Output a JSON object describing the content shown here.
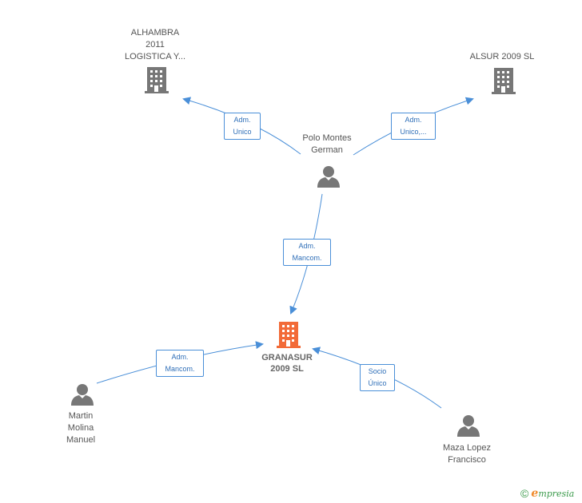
{
  "colors": {
    "edge": "#4a8fd8",
    "person": "#777777",
    "company": "#777777",
    "focus_company": "#f26b38"
  },
  "nodes": {
    "alhambra": {
      "type": "company",
      "icon": "building-icon",
      "label_lines": [
        "ALHAMBRA",
        "2011",
        "LOGISTICA Y..."
      ]
    },
    "alsur": {
      "type": "company",
      "icon": "building-icon",
      "label_lines": [
        "ALSUR 2009 SL"
      ]
    },
    "polo": {
      "type": "person",
      "icon": "person-icon",
      "label_lines": [
        "Polo Montes",
        "German"
      ]
    },
    "granasur": {
      "type": "company",
      "icon": "building-icon",
      "focus": true,
      "label_lines": [
        "GRANASUR",
        "2009 SL"
      ]
    },
    "martin": {
      "type": "person",
      "icon": "person-icon",
      "label_lines": [
        "Martin",
        "Molina",
        "Manuel"
      ]
    },
    "maza": {
      "type": "person",
      "icon": "person-icon",
      "label_lines": [
        "Maza Lopez",
        "Francisco"
      ]
    }
  },
  "edges": {
    "polo_alhambra": {
      "from": "polo",
      "to": "alhambra",
      "label_lines": [
        "Adm.",
        "Unico"
      ]
    },
    "polo_alsur": {
      "from": "polo",
      "to": "alsur",
      "label_lines": [
        "Adm.",
        "Unico,..."
      ]
    },
    "polo_granasur": {
      "from": "polo",
      "to": "granasur",
      "label_lines": [
        "Adm.",
        "Mancom."
      ]
    },
    "martin_granasur": {
      "from": "martin",
      "to": "granasur",
      "label_lines": [
        "Adm.",
        "Mancom."
      ]
    },
    "maza_granasur": {
      "from": "maza",
      "to": "granasur",
      "label_lines": [
        "Socio",
        "Único"
      ]
    }
  },
  "footer": {
    "copyright_symbol": "©",
    "brand_initial": "e",
    "brand_rest": "mpresia"
  }
}
